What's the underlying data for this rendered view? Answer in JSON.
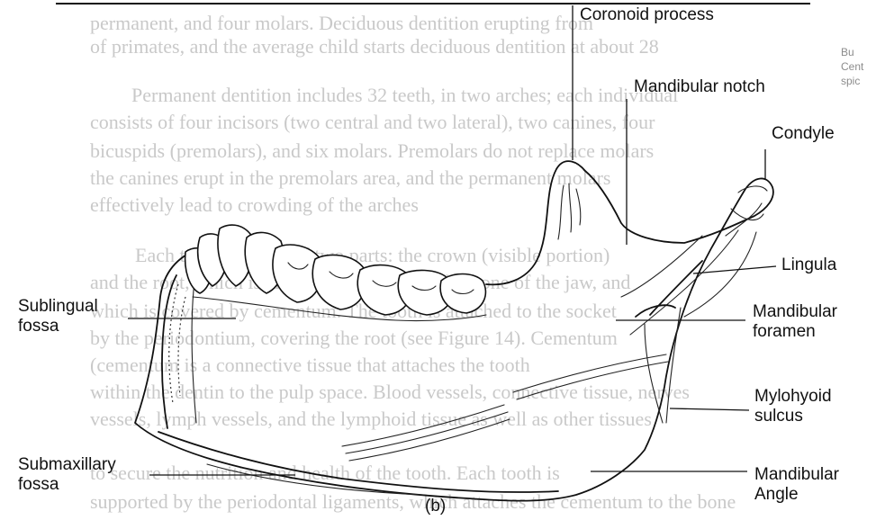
{
  "background_text": {
    "lines": [
      "permanent, and four molars. Deciduous dentition erupting from",
      "of primates, and the average child starts deciduous dentition at about 28",
      "Permanent dentition includes 32 teeth, in two arches; each individual",
      "consists of four incisors (two central and two lateral), two canines, four",
      "bicuspids (premolars), and six molars. Premolars do not replace molars",
      "the canines erupt in the premolars area, and the permanent molars",
      "effectively lead to crowding of the arches",
      "Each tooth consists of two parts: the crown (visible portion)",
      "and the root, which is embedded in the alveolar bone of the jaw, and",
      "which is covered by cementum. The tooth is attached to the socket",
      "by the periodontium, covering the root (see Figure 14). Cementum",
      "(cementum is a connective tissue that attaches the tooth",
      "within the dentin to the pulp space. Blood vessels, connective tissue, nerves",
      "vessels, lymph vessels, and the lymphoid tissue as well as other tissues",
      "to secure the nutrition and health of the tooth. Each tooth is",
      "supported by the periodontal ligaments, which attaches the cementum to the bone"
    ],
    "margin_words": [
      "Bu",
      "Cent",
      "spic"
    ]
  },
  "labels": {
    "coronoid_process": "Coronoid process",
    "mandibular_notch": "Mandibular notch",
    "condyle": "Condyle",
    "lingula": "Lingula",
    "mandibular_foramen_line1": "Mandibular",
    "mandibular_foramen_line2": "foramen",
    "mylohyoid_sulcus_line1": "Mylohyoid",
    "mylohyoid_sulcus_line2": "sulcus",
    "mandibular_angle_line1": "Mandibular",
    "mandibular_angle_line2": "Angle",
    "sublingual_fossa_line1": "Sublingual",
    "sublingual_fossa_line2": "fossa",
    "submaxillary_fossa_line1": "Submaxillary",
    "submaxillary_fossa_line2": "fossa"
  },
  "figure_label": "(b)"
}
